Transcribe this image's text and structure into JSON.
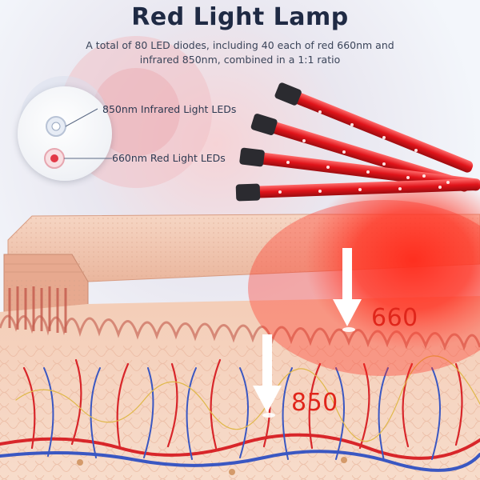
{
  "header": {
    "title": "Red Light Lamp",
    "subtitle": "A total of 80 LED diodes, including 40 each of red 660nm and infrared 850nm, combined in a 1:1 ratio"
  },
  "legend": {
    "infrared_label": "850nm Infrared Light LEDs",
    "red_label": "660nm Red Light LEDs"
  },
  "depth_markers": {
    "red": "660",
    "infrared": "850"
  },
  "colors": {
    "title": "#1f2a44",
    "red_light": "#e0261b",
    "skin": "#f2c2a6"
  },
  "icons": [
    "led-strip-icon",
    "infrared-led-icon",
    "red-led-icon",
    "down-arrow-icon"
  ]
}
